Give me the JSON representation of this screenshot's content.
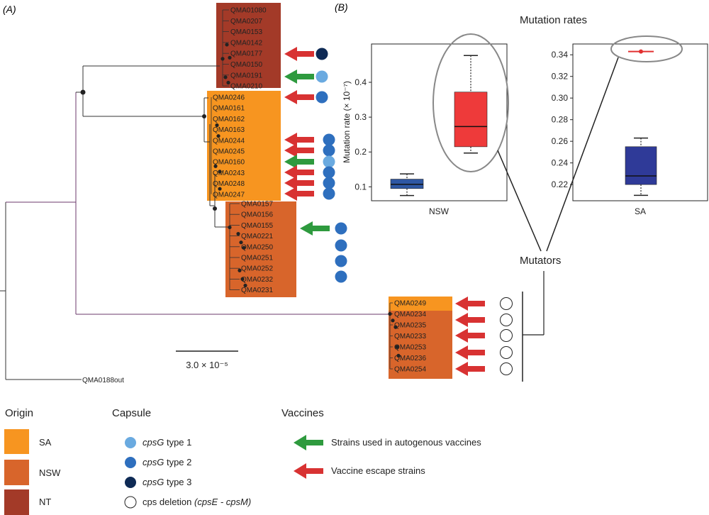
{
  "panel_a": {
    "label": "(A)",
    "scale_bar_label": "3.0 × 10⁻⁵",
    "outgroup_label": "QMA0188out",
    "clade_nt": [
      "QMA01080",
      "QMA0207",
      "QMA0153",
      "QMA0142",
      "QMA0177",
      "QMA0150",
      "QMA0191",
      "QMA0210"
    ],
    "clade_sa": [
      "QMA0246",
      "QMA0161",
      "QMA0162",
      "QMA0163",
      "QMA0244",
      "QMA0245",
      "QMA0160",
      "QMA0243",
      "QMA0248",
      "QMA0247"
    ],
    "clade_nsw": [
      "QMA0157",
      "QMA0156",
      "QMA0155",
      "QMA0221",
      "QMA0250",
      "QMA0251",
      "QMA0252",
      "QMA0232",
      "QMA0231"
    ],
    "clade_mut_sa": [
      "QMA0249"
    ],
    "clade_mut_nsw": [
      "QMA0234",
      "QMA0235",
      "QMA0233",
      "QMA0253",
      "QMA0236",
      "QMA0254"
    ],
    "mutators_label": "Mutators"
  },
  "panel_b": {
    "label": "(B)",
    "title": "Mutation rates",
    "ylabel": "Mutation rate (× 10⁻⁷)",
    "nsw": {
      "xlabel": "NSW",
      "yticks": [
        "0.1",
        "0.2",
        "0.3",
        "0.4"
      ]
    },
    "sa": {
      "xlabel": "SA",
      "yticks": [
        "0.22",
        "0.24",
        "0.26",
        "0.28",
        "0.30",
        "0.32",
        "0.34"
      ]
    }
  },
  "chart_data": [
    {
      "type": "box",
      "xlabel": "NSW",
      "ylabel": "Mutation rate (× 10⁻⁷)",
      "ylim": [
        0.06,
        0.51
      ],
      "boxes": [
        {
          "whisker_low": 0.075,
          "q1": 0.095,
          "median": 0.107,
          "q3": 0.122,
          "whisker_high": 0.137,
          "color": "#2e57a3"
        },
        {
          "whisker_low": 0.197,
          "q1": 0.215,
          "median": 0.273,
          "q3": 0.372,
          "whisker_high": 0.477,
          "color": "#ee3a3a"
        }
      ]
    },
    {
      "type": "box",
      "xlabel": "SA",
      "ylim": [
        0.205,
        0.35
      ],
      "boxes": [
        {
          "whisker_low": 0.21,
          "q1": 0.22,
          "median": 0.228,
          "q3": 0.255,
          "whisker_high": 0.263,
          "color": "#2f3a98"
        },
        {
          "whisker_low": 0.343,
          "q1": 0.343,
          "median": 0.343,
          "q3": 0.343,
          "whisker_high": 0.343,
          "color": "#e23030"
        }
      ]
    }
  ],
  "legend": {
    "origin": {
      "title": "Origin",
      "items": [
        "SA",
        "NSW",
        "NT"
      ]
    },
    "capsule": {
      "title": "Capsule",
      "items": [
        {
          "gene": "cpsG",
          "rest": " type 1"
        },
        {
          "gene": "cpsG",
          "rest": " type 2"
        },
        {
          "gene": "cpsG",
          "rest": " type 3"
        },
        {
          "pre": "cps deletion ",
          "gene": "(cpsE - cpsM)"
        }
      ]
    },
    "vaccines": {
      "title": "Vaccines",
      "items": [
        "Strains used in autogenous vaccines",
        "Vaccine escape strains"
      ]
    }
  },
  "colors": {
    "sa": "#f79520",
    "nsw": "#d8652b",
    "nt": "#a33a28",
    "capsule_type1": "#6aaae0",
    "capsule_type2": "#2e6fbe",
    "capsule_type3": "#0e2a55",
    "arrow_green": "#2e9a3e",
    "arrow_red": "#d83232"
  }
}
